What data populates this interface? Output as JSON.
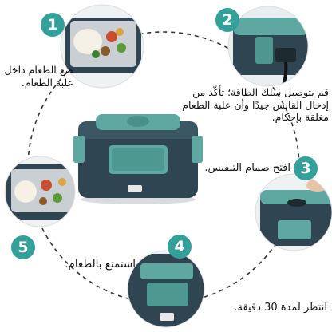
{
  "colors": {
    "accent": "#33a19a",
    "box_body": "#2f4652",
    "box_trim": "#5fa8a1",
    "dashed_ring": "#333333"
  },
  "steps": [
    {
      "number": "1",
      "text_lines": [
        "ضع الطعام داخل",
        "علبة الطعام."
      ]
    },
    {
      "number": "2",
      "text_lines": [
        "قم بتوصيل سلك الطاقة؛ تأكّد من",
        "إدخال القابس جيدًا وأن علبة الطعام",
        "مغلقة بإحكام."
      ]
    },
    {
      "number": "3",
      "text_lines": [
        "افتح صمام التنفيس."
      ]
    },
    {
      "number": "4",
      "text_lines": [
        "انتظر لمدة 30 دقيقة."
      ]
    },
    {
      "number": "5",
      "text_lines": [
        "استمتع بالطعام."
      ]
    }
  ]
}
